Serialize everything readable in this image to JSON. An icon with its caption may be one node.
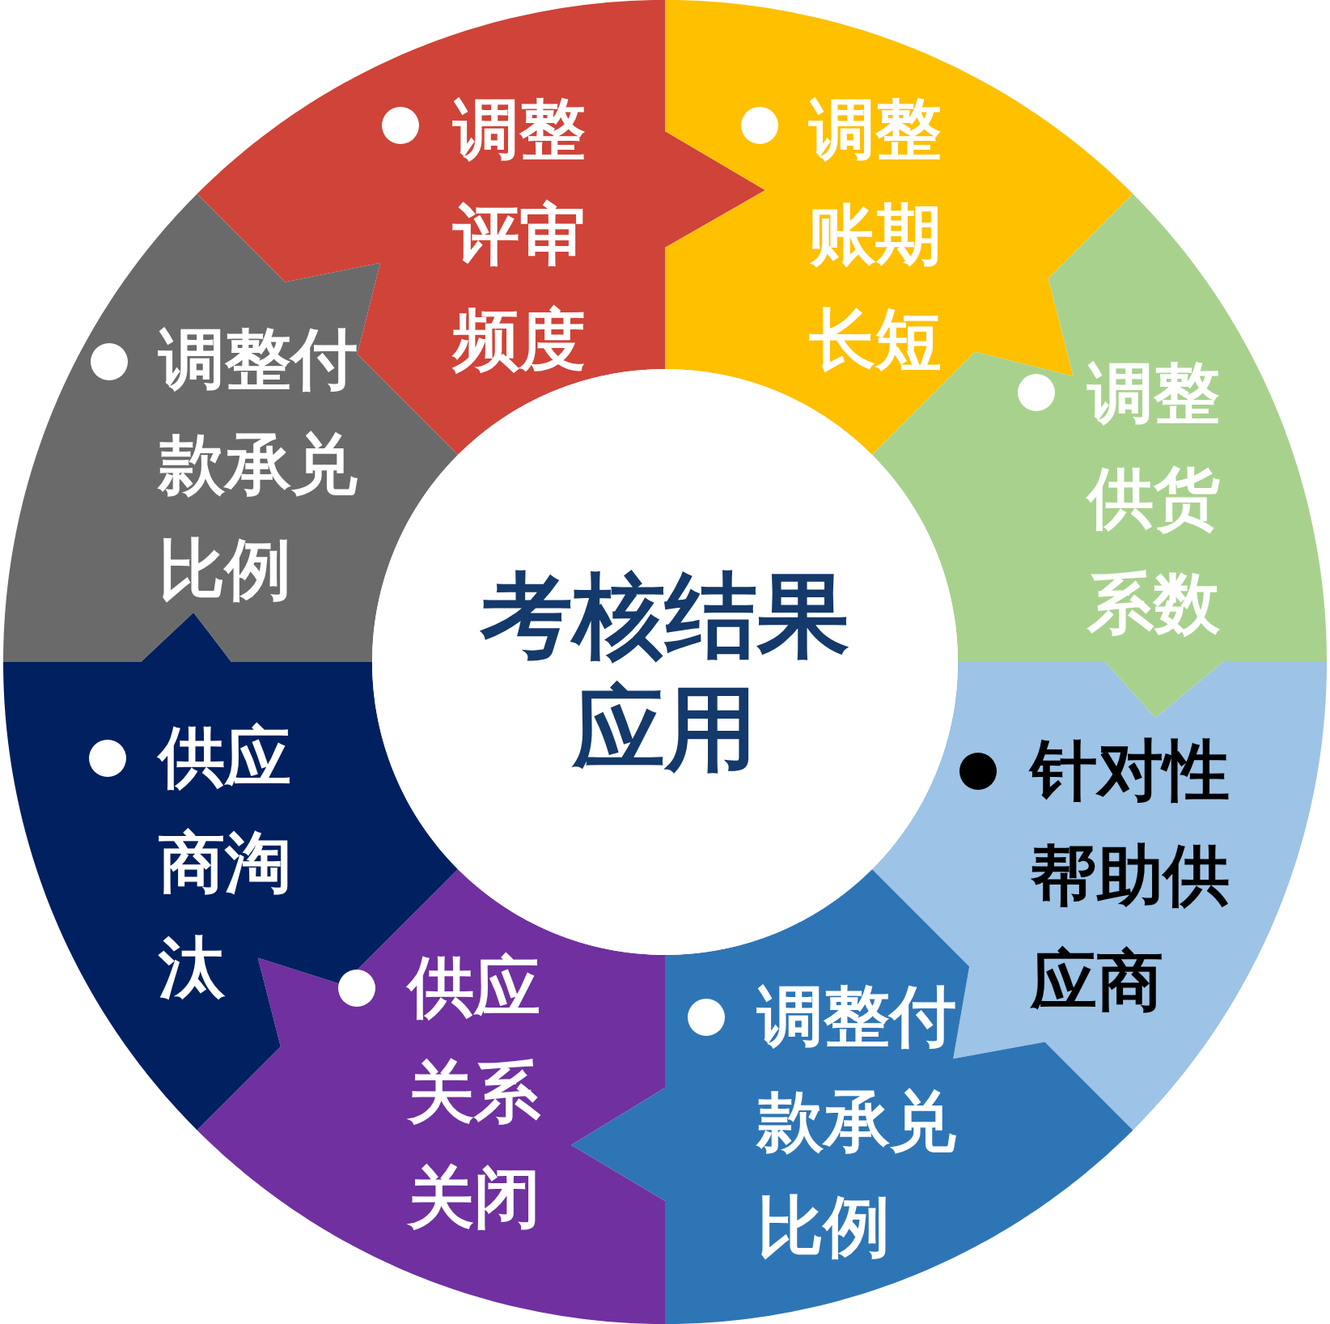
{
  "diagram": {
    "nodes": [
      {
        "text": [
          "考核结果应用"
        ]
      },
      {
        "text": [
          "调整评审频度"
        ]
      },
      {
        "text": [
          "调整账期长短"
        ]
      },
      {
        "text": [
          "调整供货系数"
        ]
      },
      {
        "text": [
          "针对性帮助供应商"
        ]
      },
      {
        "text": [
          "调整付款承兑比例"
        ]
      },
      {
        "text": [
          "供应关系关闭"
        ]
      },
      {
        "text": [
          "供应商淘汰"
        ]
      },
      {
        "text": [
          "调整付款承兑比例"
        ]
      }
    ]
  }
}
